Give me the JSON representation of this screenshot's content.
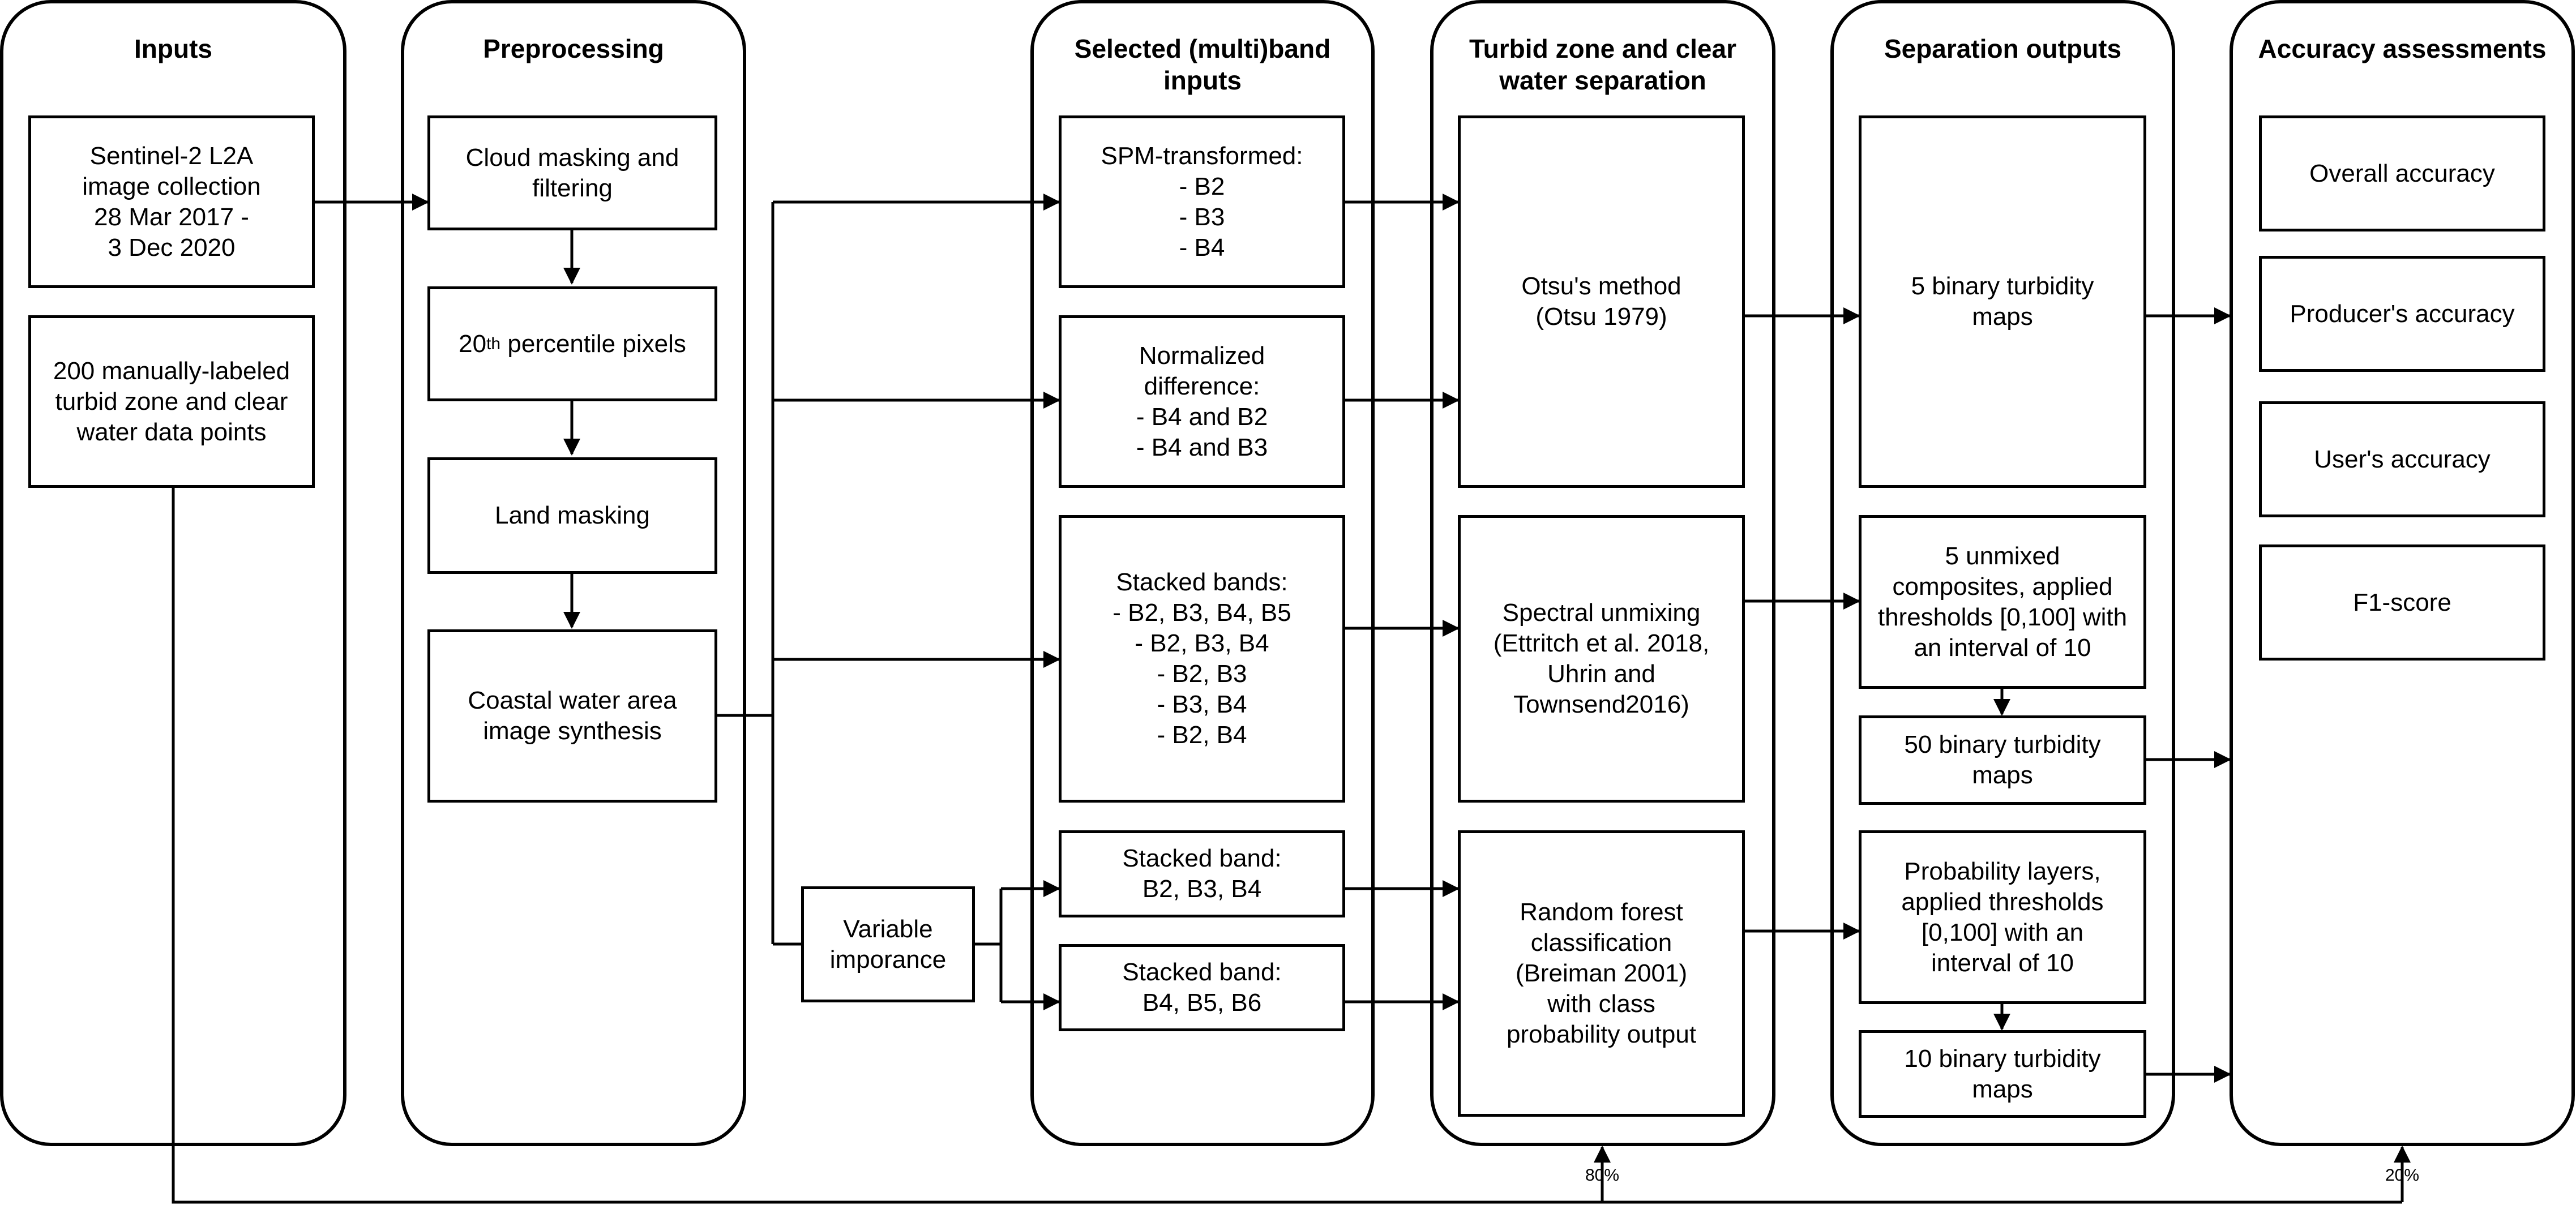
{
  "columns": {
    "inputs": "Inputs",
    "preprocessing": "Preprocessing",
    "selected": "Selected (multi)band\ninputs",
    "separation": "Turbid zone and clear\nwater separation",
    "outputs": "Separation outputs",
    "accuracy": "Accuracy assessments"
  },
  "inputs": {
    "sentinel": "Sentinel-2 L2A\nimage collection\n28 Mar 2017 -\n3 Dec 2020",
    "labeled": "200 manually-labeled\nturbid zone and clear\nwater data points"
  },
  "preprocessing": {
    "cloud": "Cloud masking and\nfiltering",
    "percentile_sup": "th",
    "percentile_num": "20",
    "percentile_rest": " percentile pixels",
    "land": "Land masking",
    "coastal": "Coastal water area\nimage synthesis"
  },
  "variable_importance": "Variable\nimporance",
  "selected": {
    "spm": "SPM-transformed:\n- B2\n- B3\n- B4",
    "nd": "Normalized\ndifference:\n- B4 and B2\n- B4 and B3",
    "stacked": "Stacked bands:\n- B2, B3, B4, B5\n- B2, B3, B4\n- B2, B3\n- B3, B4\n- B2, B4",
    "stacked_a": "Stacked band:\nB2, B3, B4",
    "stacked_b": "Stacked band:\nB4, B5, B6"
  },
  "separation": {
    "otsu": "Otsu's method\n(Otsu 1979)",
    "unmixing": "Spectral unmixing\n(Ettritch et al. 2018,\nUhrin and\nTownsend2016)",
    "rf": "Random forest\nclassification\n(Breiman 2001)\nwith class\nprobability output"
  },
  "outputs": {
    "otsu_maps": "5 binary turbidity\nmaps",
    "unmixed": "5 unmixed\ncomposites, applied\nthresholds [0,100] with\nan interval of 10",
    "unmixed_maps": "50 binary turbidity\nmaps",
    "prob": "Probability layers,\napplied thresholds\n[0,100] with an\ninterval of 10",
    "prob_maps": "10 binary turbidity\nmaps"
  },
  "accuracy": {
    "overall": "Overall accuracy",
    "producer": "Producer's accuracy",
    "user": "User's accuracy",
    "f1": "F1-score"
  },
  "split": {
    "train": "80%",
    "test": "20%"
  }
}
